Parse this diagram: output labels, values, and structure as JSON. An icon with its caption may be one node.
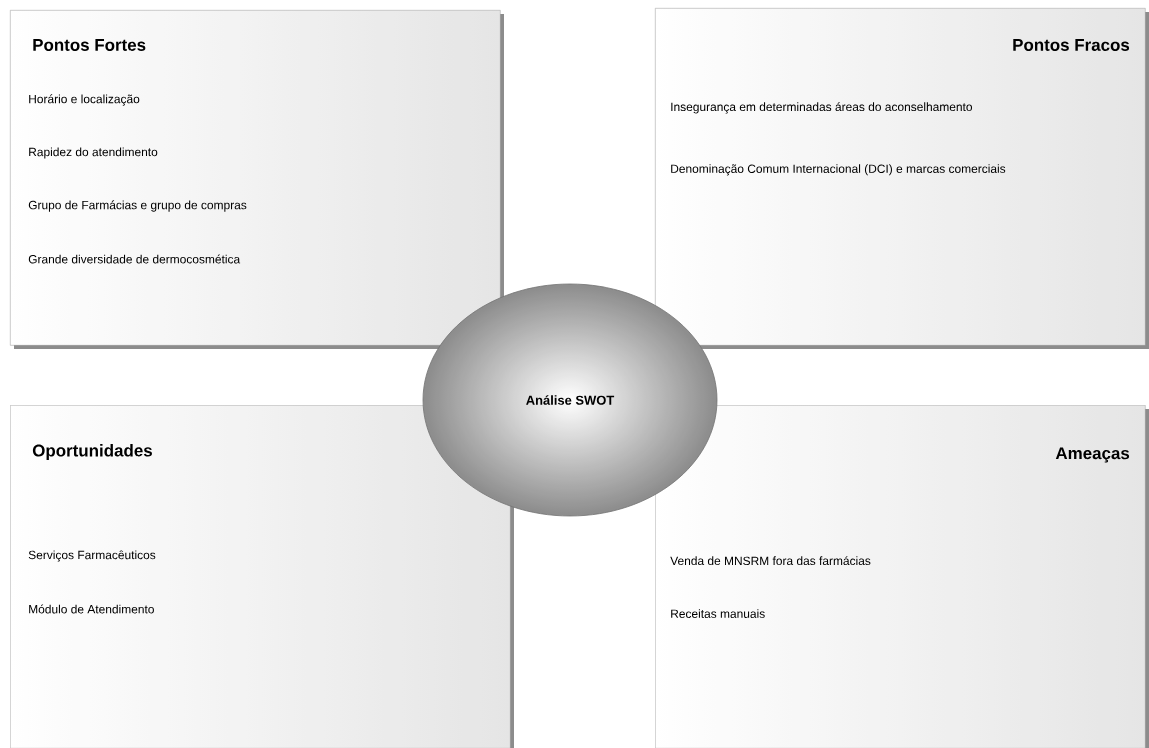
{
  "diagram": {
    "nodes": [
      {
        "text": [
          "Pontos Fortes",
          "Horário e localização",
          "Rapidez do atendimento",
          "Grupo de Farmácias e grupo de compras",
          "Grande diversidade de dermocosmética"
        ]
      },
      {
        "text": [
          "Pontos Fracos",
          "Insegurança em determinadas áreas do aconselhamento",
          "Denominação Comum Internacional (DCI) e marcas comerciais"
        ]
      },
      {
        "text": [
          "Oportunidades",
          "Serviços Farmacêuticos",
          "Módulo de Atendimento"
        ]
      },
      {
        "text": [
          "Ameaças",
          "Venda de MNSRM fora das farmácias",
          "Receitas manuais"
        ]
      },
      {
        "text": [
          "Análise SWOT"
        ]
      }
    ]
  }
}
